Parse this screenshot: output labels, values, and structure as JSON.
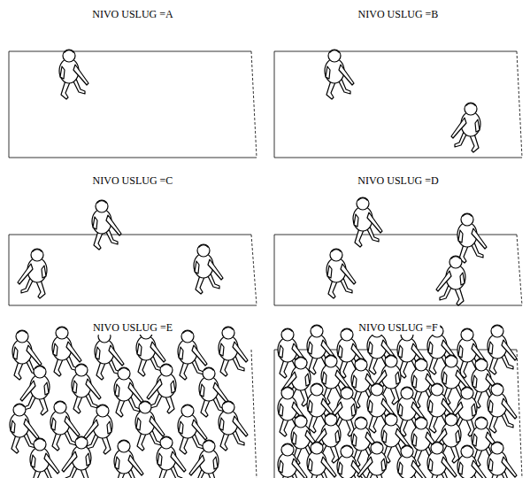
{
  "diagram": {
    "labels": [
      "NIVO USLUG =A",
      "NIVO USLUG =B",
      "NIVO USLUG =C",
      "NIVO USLUG =D",
      "NIVO USLUG =E",
      "NIVO USLUG =F"
    ]
  }
}
